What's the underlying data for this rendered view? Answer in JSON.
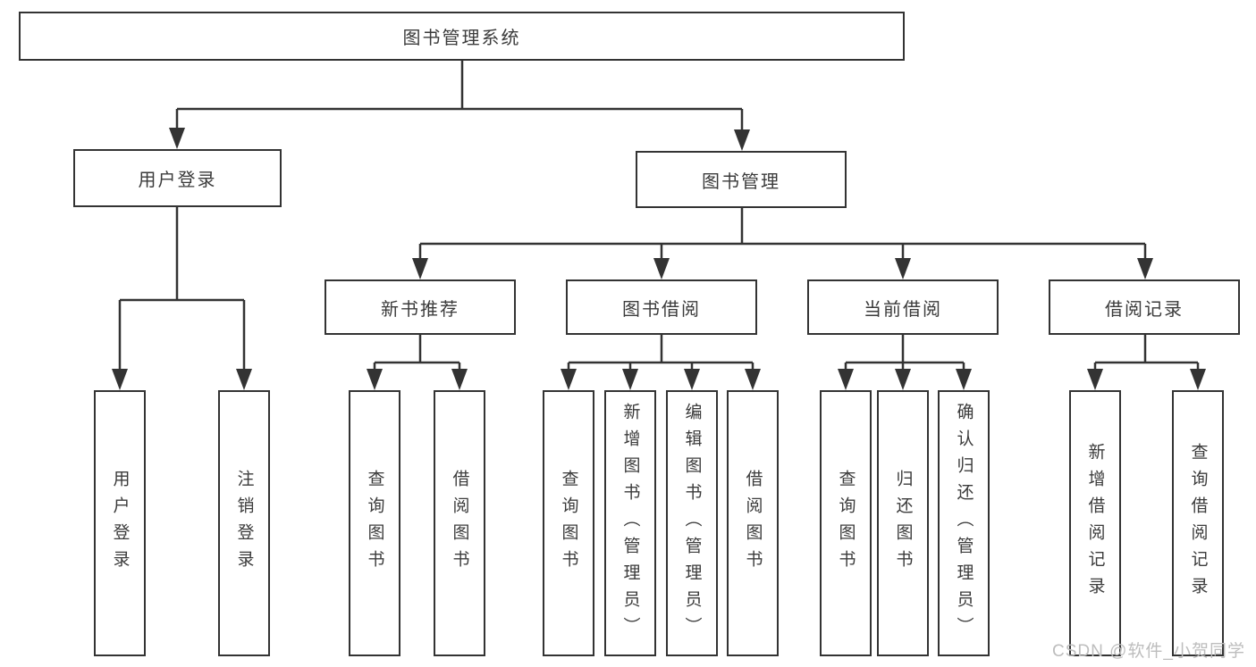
{
  "tree": {
    "label": "图书管理系统",
    "children": [
      {
        "label": "用户登录",
        "children": [
          {
            "label": "用户登录"
          },
          {
            "label": "注销登录"
          }
        ]
      },
      {
        "label": "图书管理",
        "children": [
          {
            "label": "新书推荐",
            "children": [
              {
                "label": "查询图书"
              },
              {
                "label": "借阅图书"
              }
            ]
          },
          {
            "label": "图书借阅",
            "children": [
              {
                "label": "查询图书"
              },
              {
                "label": "新增图书（管理员）"
              },
              {
                "label": "编辑图书（管理员）"
              },
              {
                "label": "借阅图书"
              }
            ]
          },
          {
            "label": "当前借阅",
            "children": [
              {
                "label": "查询图书"
              },
              {
                "label": "归还图书"
              },
              {
                "label": "确认归还（管理员）"
              }
            ]
          },
          {
            "label": "借阅记录",
            "children": [
              {
                "label": "新增借阅记录"
              },
              {
                "label": "查询借阅记录"
              }
            ]
          }
        ]
      }
    ]
  },
  "watermark": {
    "text": "CSDN @软件_小贺同学"
  },
  "colors": {
    "line": "#333333",
    "box_border": "#333333",
    "text": "#3b3b3b",
    "watermark": "#bdbdbd",
    "background": "#ffffff"
  }
}
